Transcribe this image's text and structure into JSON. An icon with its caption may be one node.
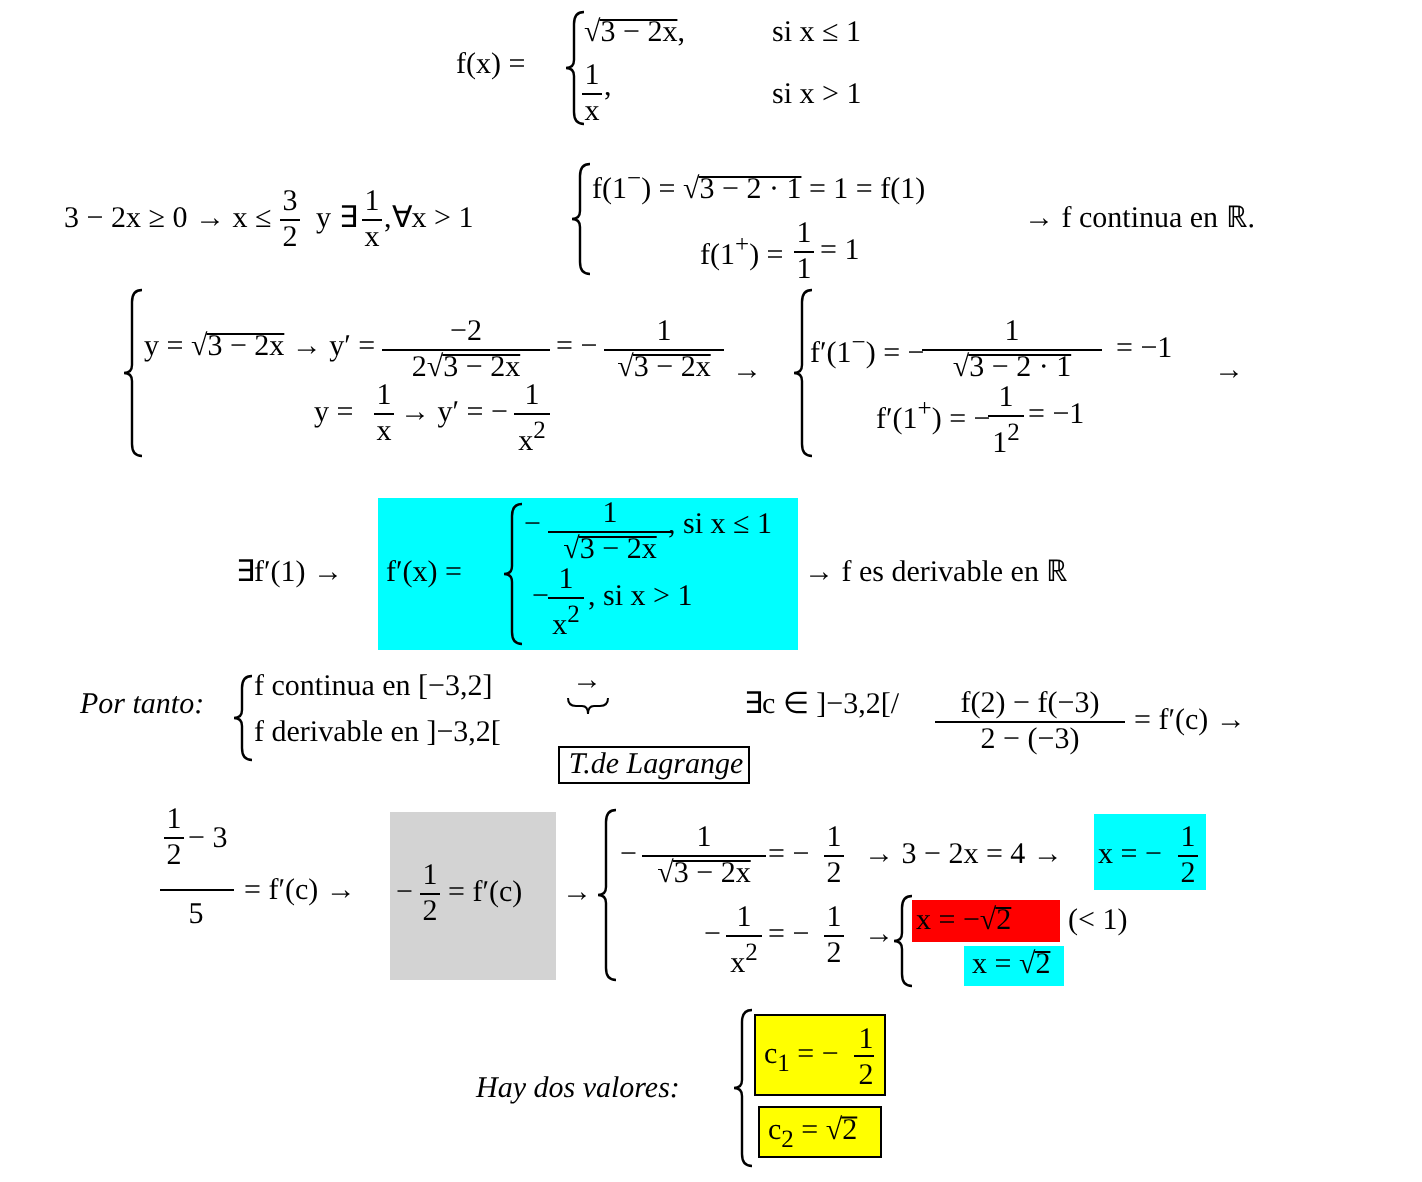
{
  "diagram": {
    "nodes": [
      {
        "text": [
          "f′(x) =",
          "−",
          "1",
          "√3 − 2x",
          ", si x ≤ 1",
          "−",
          "1",
          "x$^{2}$",
          ", si x > 1"
        ]
      },
      {
        "text": [
          "T.de Lagrange"
        ]
      },
      {
        "text": [
          "−",
          "1",
          "2",
          "= f′(c)"
        ]
      },
      {
        "text": [
          "x = −",
          "1",
          "2"
        ]
      },
      {
        "text": [
          "x = −√2"
        ]
      },
      {
        "text": [
          "x = √2"
        ]
      },
      {
        "text": [
          "c$_{1}$ = −",
          "1",
          "2"
        ]
      },
      {
        "text": [
          "c$_{2}$ = √2"
        ]
      }
    ],
    "labels": [
      "f(x) =",
      "√3 − 2x,",
      "si x ≤ 1",
      "1",
      "x",
      ",",
      "si x > 1",
      "3 − 2x ≥ 0 → x ≤",
      "3",
      "2",
      "y ∃",
      "1",
      "x",
      ",∀x > 1",
      "f(1$^{−}$) = √3 − 2 · 1 = 1 = f(1)",
      "f(1$^{+}$) =",
      "1",
      "1",
      "= 1",
      "→ f continua en ℝ.",
      "y = √3 − 2x → y′ =",
      "−2",
      "2√3 − 2x",
      "= −",
      "1",
      "√3 − 2x",
      "y =",
      "1",
      "x",
      "→ y′ = −",
      "1",
      "x$^{2}$",
      "→",
      "f′(1$^{−}$) = −",
      "1",
      "√3 − 2 · 1",
      "= −1",
      "f′(1$^{+}$) = −",
      "1",
      "1$^{2}$",
      "= −1",
      "→",
      "∃f′(1) →",
      "→ f es derivable en ℝ",
      "Por tanto:",
      "f continua en [−3,2]",
      "f derivable en ]−3,2[",
      "→",
      "∃c ∈ ]−3,2[/",
      "f(2) − f(−3)",
      "2 − (−3)",
      "= f′(c) →",
      "1",
      "2",
      "− 3",
      "5",
      "= f′(c) →",
      "→",
      "−",
      "1",
      "√3 − 2x",
      "= −",
      "1",
      "2",
      "→ 3 − 2x = 4 →",
      "−",
      "1",
      "x$^{2}$",
      "= −",
      "1",
      "2",
      "→",
      "(< 1)",
      "Hay dos valores:"
    ]
  }
}
